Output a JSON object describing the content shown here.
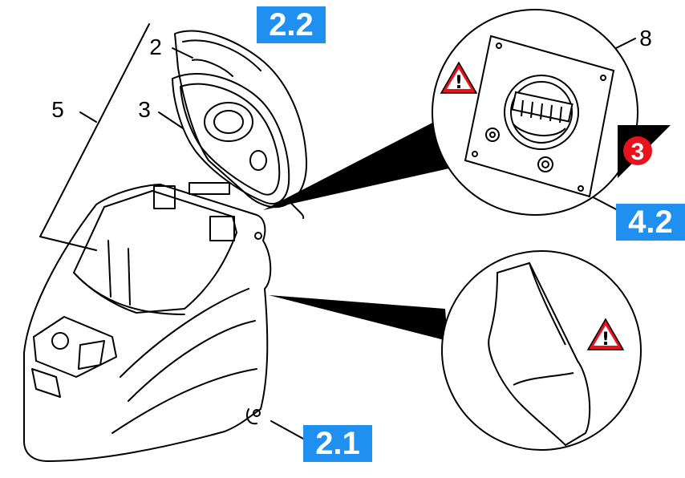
{
  "badges": {
    "b22": "2.2",
    "b42": "4.2",
    "b21": "2.1"
  },
  "callouts": {
    "c2": "2",
    "c3": "3",
    "c5": "5",
    "c8": "8"
  },
  "step_badge": "3",
  "warning_symbol": "!",
  "colors": {
    "badge_blue": "#1f8ff0",
    "warning_red": "#e8121c",
    "step_red": "#e8121c",
    "line": "#000000"
  },
  "icons": [
    "warning-triangle-icon",
    "step-number-icon"
  ]
}
